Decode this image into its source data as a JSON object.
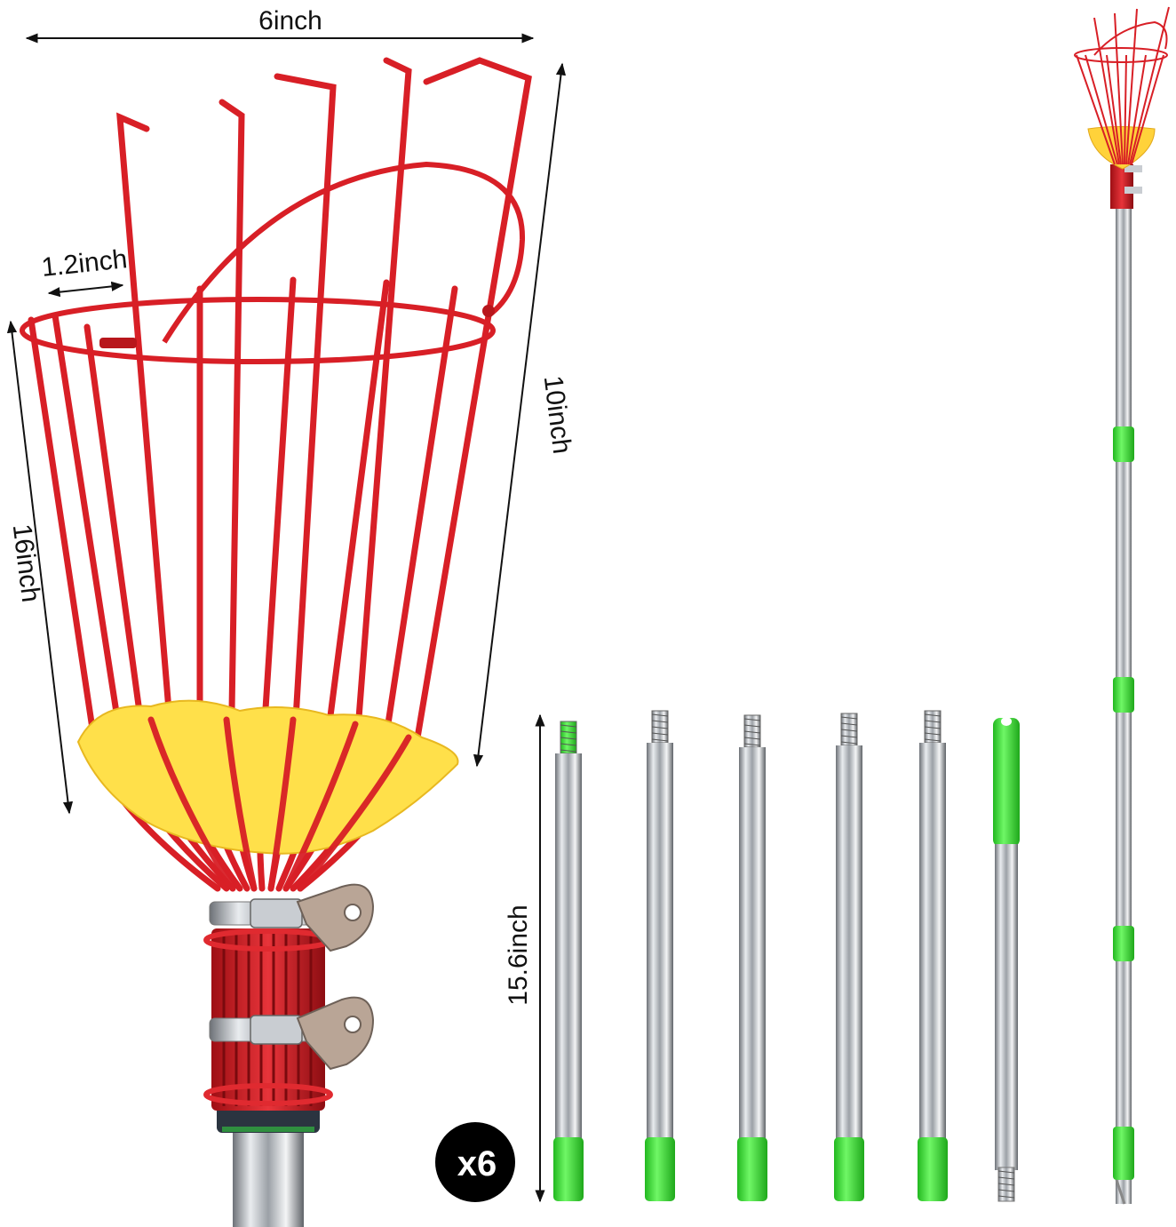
{
  "dimensions": {
    "width_label": "6inch",
    "spacing_label": "1.2inch",
    "height_label": "16inch",
    "depth_label": "10inch",
    "pole_length_label": "15.6inch"
  },
  "badge": {
    "label": "x6"
  },
  "poles": {
    "count": 6
  },
  "colors": {
    "basket_red": "#d81f26",
    "sponge_yellow": "#ffe04a",
    "pole_green": "#3fe03a",
    "steel": "#bfc3c8"
  }
}
